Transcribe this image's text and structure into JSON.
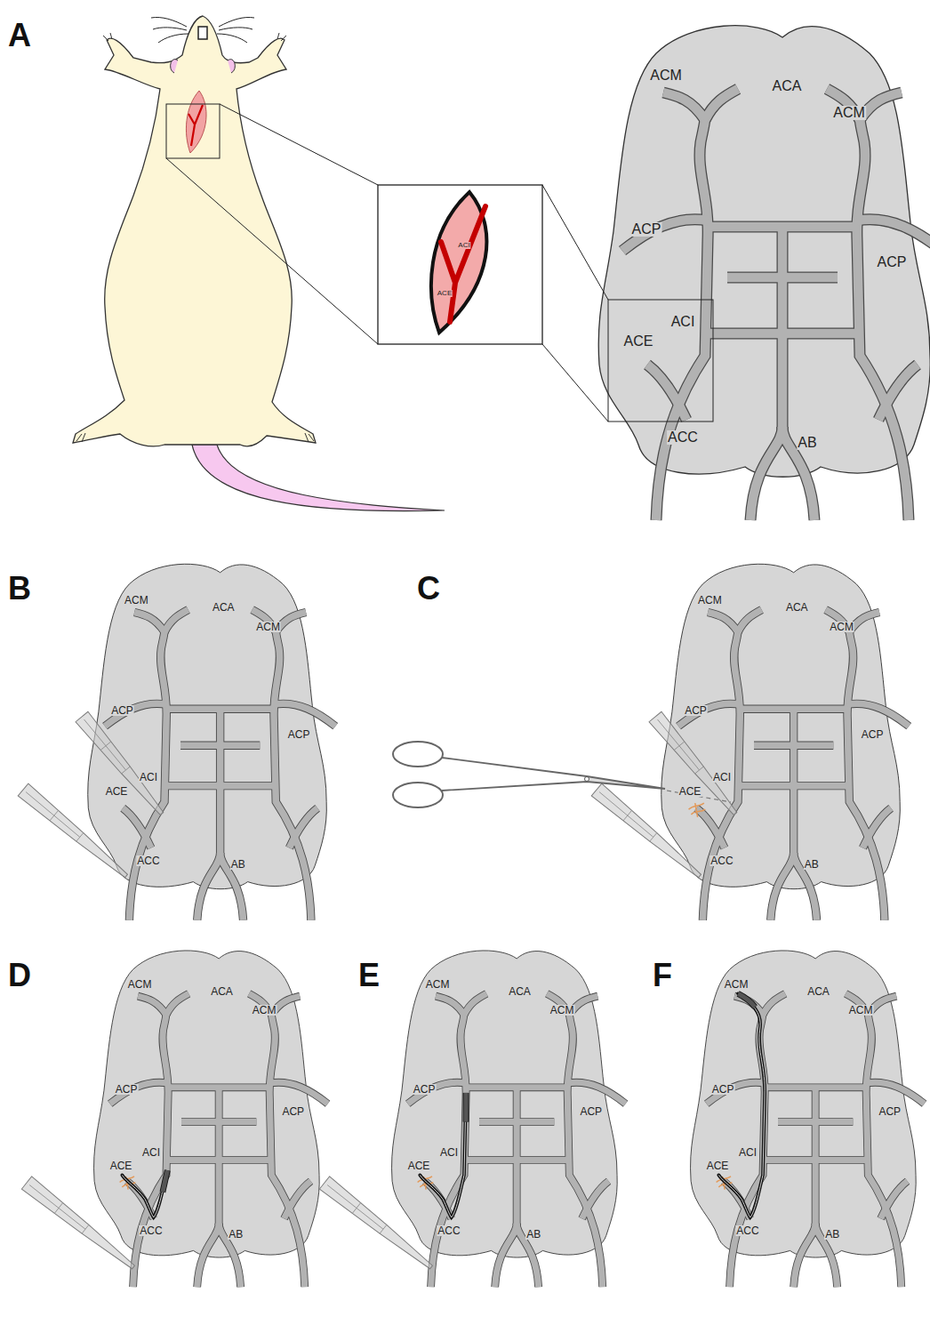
{
  "diagram": {
    "labels": [
      "A",
      "ACM",
      "ACA",
      "ACM",
      "ACP",
      "ACP",
      "ACI",
      "ACE",
      "ACC",
      "AB",
      "ACI",
      "ACE",
      "B",
      "ACM",
      "ACA",
      "ACM",
      "ACP",
      "ACP",
      "ACI",
      "ACE",
      "ACC",
      "AB",
      "C",
      "ACM",
      "ACA",
      "ACM",
      "ACP",
      "ACP",
      "ACI",
      "ACE",
      "ACC",
      "AB",
      "D",
      "ACM",
      "ACA",
      "ACM",
      "ACP",
      "ACP",
      "ACI",
      "ACE",
      "ACC",
      "AB",
      "E",
      "ACM",
      "ACA",
      "ACM",
      "ACP",
      "ACP",
      "ACI",
      "ACE",
      "ACC",
      "AB",
      "F",
      "ACM",
      "ACA",
      "ACM",
      "ACP",
      "ACP",
      "ACI",
      "ACE",
      "ACC",
      "AB"
    ]
  }
}
